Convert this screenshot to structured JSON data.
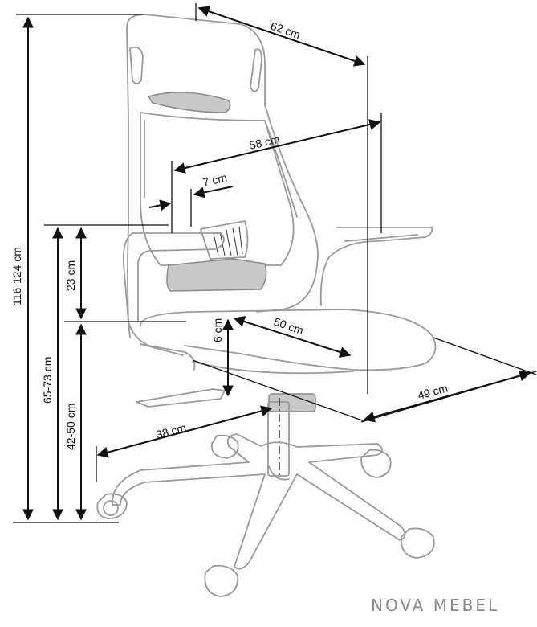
{
  "dimensions": {
    "depth": "62 cm",
    "backrest_width": "58 cm",
    "lumbar": "7 cm",
    "total_height": "116-124 cm",
    "armrest_height": "65-73 cm",
    "armrest_above_seat": "23 cm",
    "seat_height": "42-50 cm",
    "seat_thickness": "6 cm",
    "seat_depth": "50 cm",
    "seat_width": "49 cm",
    "base_radius": "38 cm"
  },
  "brand": "NOVA MEBEL"
}
